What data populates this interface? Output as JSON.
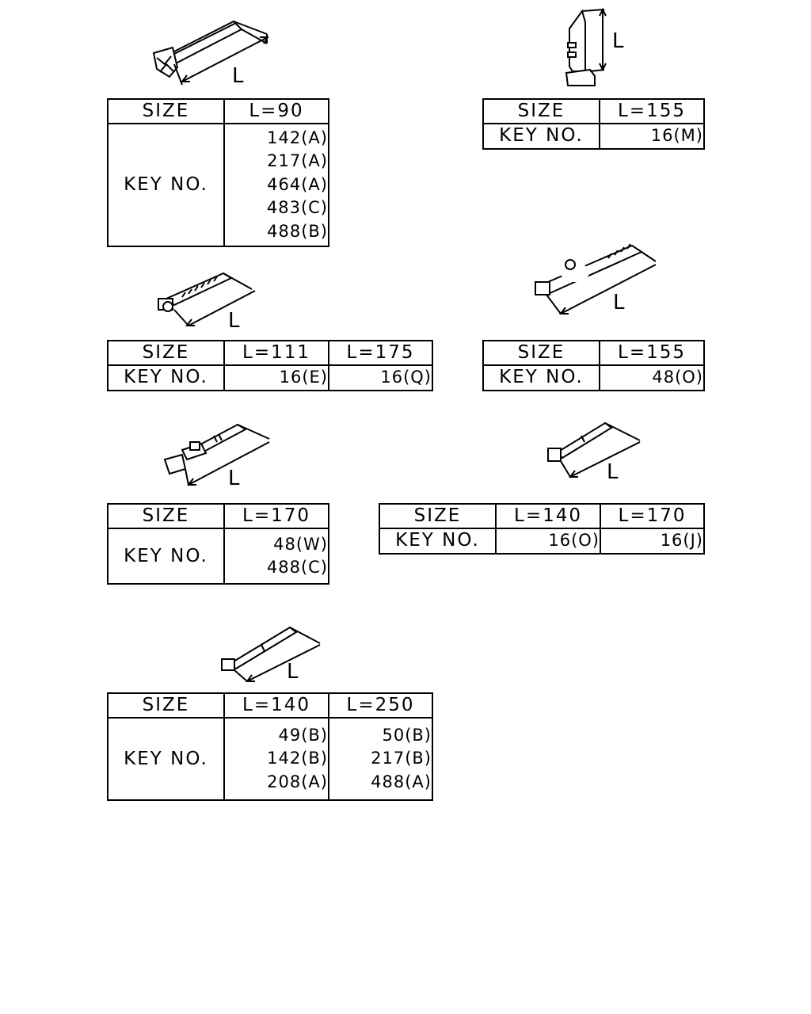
{
  "dimension_label": "L",
  "tables": [
    {
      "id": "t1",
      "size_label": "SIZE",
      "key_label": "KEY NO.",
      "columns": [
        {
          "size": "L=90",
          "keys": [
            "142(A)",
            "217(A)",
            "464(A)",
            "483(C)",
            "488(B)"
          ]
        }
      ]
    },
    {
      "id": "t2",
      "size_label": "SIZE",
      "key_label": "KEY NO.",
      "columns": [
        {
          "size": "L=155",
          "keys": [
            "16(M)"
          ]
        }
      ]
    },
    {
      "id": "t3",
      "size_label": "SIZE",
      "key_label": "KEY NO.",
      "columns": [
        {
          "size": "L=111",
          "keys": [
            "16(E)"
          ]
        },
        {
          "size": "L=175",
          "keys": [
            "16(Q)"
          ]
        }
      ]
    },
    {
      "id": "t4",
      "size_label": "SIZE",
      "key_label": "KEY NO.",
      "columns": [
        {
          "size": "L=155",
          "keys": [
            "48(O)"
          ]
        }
      ]
    },
    {
      "id": "t5",
      "size_label": "SIZE",
      "key_label": "KEY NO.",
      "columns": [
        {
          "size": "L=170",
          "keys": [
            "48(W)",
            "488(C)"
          ]
        }
      ]
    },
    {
      "id": "t6",
      "size_label": "SIZE",
      "key_label": "KEY NO.",
      "columns": [
        {
          "size": "L=140",
          "keys": [
            "16(O)"
          ]
        },
        {
          "size": "L=170",
          "keys": [
            "16(J)"
          ]
        }
      ]
    },
    {
      "id": "t7",
      "size_label": "SIZE",
      "key_label": "KEY NO.",
      "columns": [
        {
          "size": "L=140",
          "keys": [
            "49(B)",
            "142(B)",
            "208(A)"
          ]
        },
        {
          "size": "L=250",
          "keys": [
            "50(B)",
            "217(B)",
            "488(A)"
          ]
        }
      ]
    }
  ]
}
